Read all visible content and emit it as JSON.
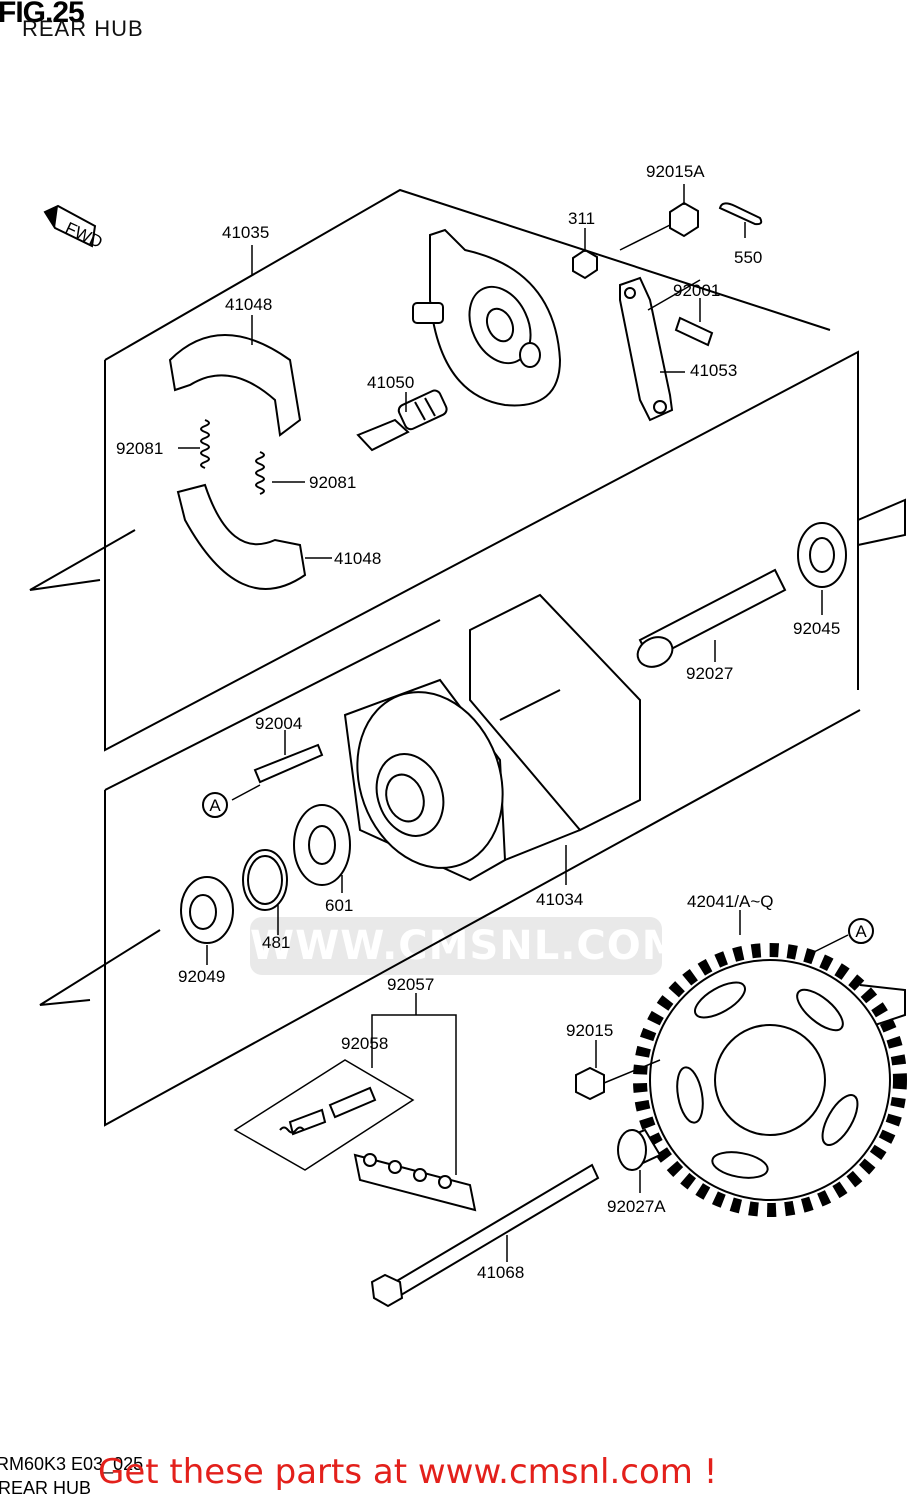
{
  "header": {
    "figure": "FIG.25",
    "title": "REAR HUB"
  },
  "footer": {
    "code": "RM60K3 E03_025",
    "name": "REAR HUB",
    "promo": "Get these parts at www.cmsnl.com !"
  },
  "watermark": "WWW.CMSNL.COM",
  "direction_label": "FWD",
  "reference_marker": "A",
  "parts": [
    {
      "label": "41035"
    },
    {
      "label": "92015A"
    },
    {
      "label": "311"
    },
    {
      "label": "550"
    },
    {
      "label": "41048"
    },
    {
      "label": "92001"
    },
    {
      "label": "41050"
    },
    {
      "label": "41053"
    },
    {
      "label": "92081"
    },
    {
      "label": "92081"
    },
    {
      "label": "41048"
    },
    {
      "label": "92045"
    },
    {
      "label": "92027"
    },
    {
      "label": "92004"
    },
    {
      "label": "41034"
    },
    {
      "label": "601"
    },
    {
      "label": "481"
    },
    {
      "label": "92049"
    },
    {
      "label": "42041/A~Q"
    },
    {
      "label": "92057"
    },
    {
      "label": "92058"
    },
    {
      "label": "92015"
    },
    {
      "label": "92027A"
    },
    {
      "label": "41068"
    }
  ]
}
